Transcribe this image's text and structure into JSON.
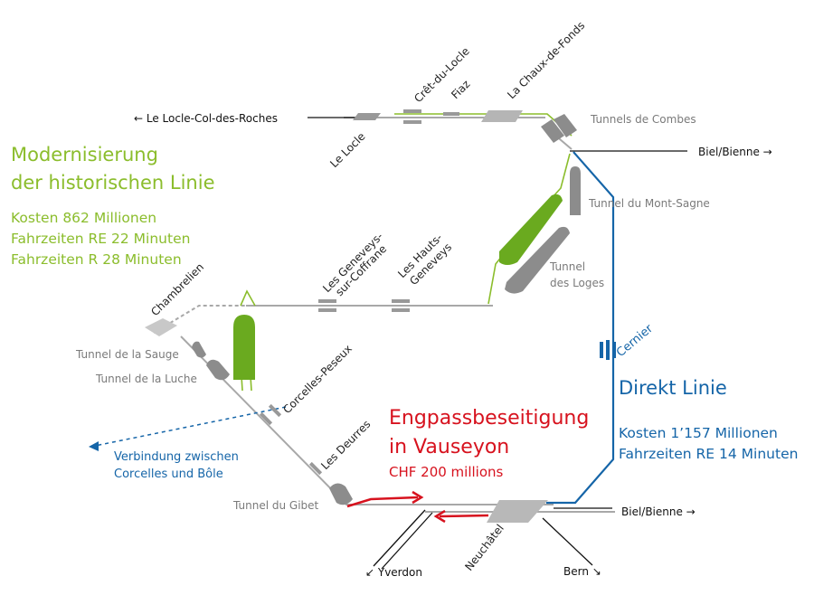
{
  "colors": {
    "modernisation": "#8bbd2c",
    "direct_line": "#1565a8",
    "bottleneck": "#d7121e",
    "track": "#a8a8a8",
    "tunnel": "#8c8c8c"
  },
  "destinations": {
    "le_locle_col": "← Le Locle-Col-des-Roches",
    "biel_top": "Biel/Bienne →",
    "biel_bottom": "Biel/Bienne →",
    "yverdon": "↙ Yverdon",
    "bern": "Bern ↘"
  },
  "stations": {
    "le_locle": "Le Locle",
    "cret_du_locle": "Crêt-du-Locle",
    "fiaz": "Fiaz",
    "la_chaux_de_fonds": "La Chaux-de-Fonds",
    "les_geneveys_line1": "Les Geneveys-",
    "les_geneveys_line2": "sur-Coffrane",
    "les_hauts_line1": "Les Hauts-",
    "les_hauts_line2": "Geneveys",
    "chambrelien": "Chambrelien",
    "corcelles_peseux": "Corcelles-Peseux",
    "les_deurres": "Les Deurres",
    "neuchatel": "Neuchâtel",
    "cernier": "Cernier"
  },
  "tunnels": {
    "combes": "Tunnels de Combes",
    "mont_sagne": "Tunnel du Mont-Sagne",
    "loges_line1": "Tunnel",
    "loges_line2": "des Loges",
    "sauge": "Tunnel de la Sauge",
    "luche": "Tunnel de la Luche",
    "gibet": "Tunnel du Gibet"
  },
  "modernisation": {
    "title_line1": "Modernisierung",
    "title_line2": "der historischen Linie",
    "cost": "Kosten 862 Millionen",
    "time_re": "Fahrzeiten RE 22 Minuten",
    "time_r": "Fahrzeiten R 28 Minuten"
  },
  "direct_line": {
    "title": "Direkt Linie",
    "cost": "Kosten 1’157 Millionen",
    "time_re": "Fahrzeiten RE 14 Minuten"
  },
  "bottleneck": {
    "title_line1": "Engpassbeseitigung",
    "title_line2": "in Vauseyon",
    "cost": "CHF 200 millions"
  },
  "connection": {
    "line1": "Verbindung zwischen",
    "line2": "Corcelles und Bôle"
  }
}
